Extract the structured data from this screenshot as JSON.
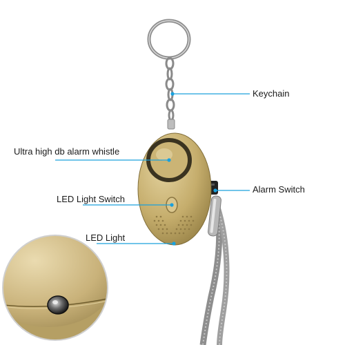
{
  "callouts": {
    "keychain": "Keychain",
    "alarm_whistle": "Ultra high db alarm whistle",
    "alarm_switch": "Alarm Switch",
    "led_light_switch": "LED Light Switch",
    "led_light": "LED Light"
  },
  "colors": {
    "callout_line": "#1aa0dc",
    "device_body": "#c5ad6c",
    "device_shadow": "#8f7a40",
    "chain_metal": "#9a9a9a",
    "lanyard": "#9b9b9b"
  }
}
